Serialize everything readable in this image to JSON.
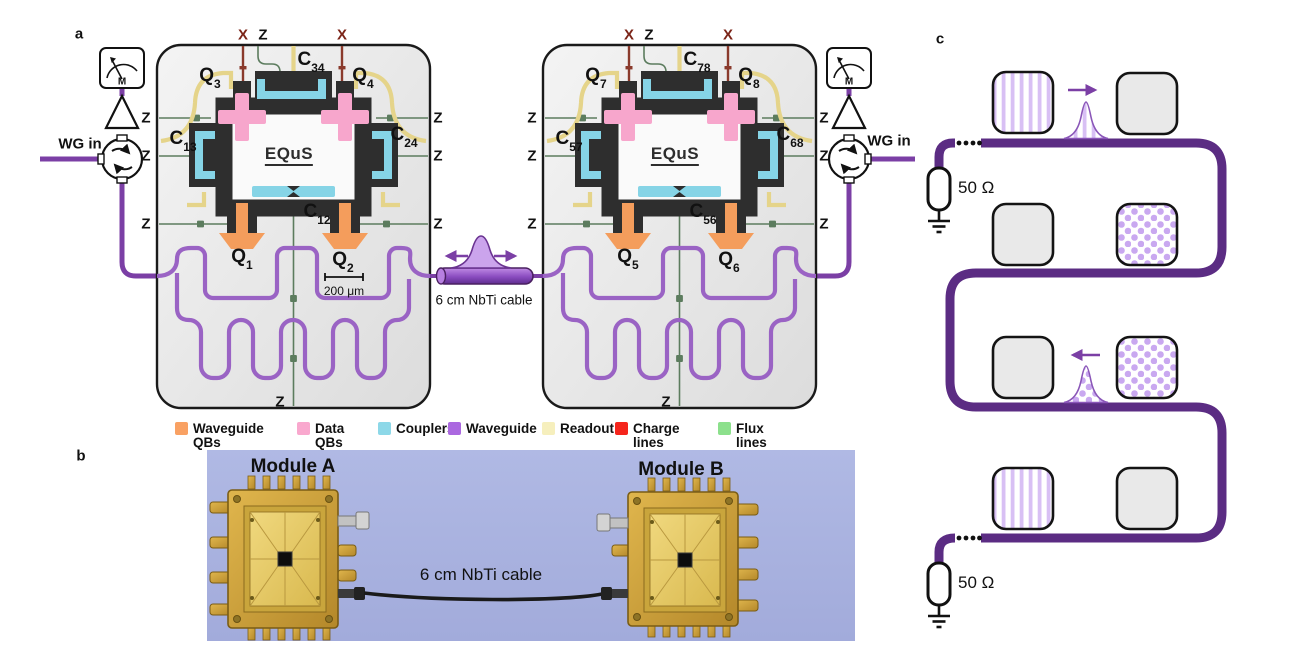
{
  "panel_labels": {
    "a": "a",
    "b": "b",
    "c": "c"
  },
  "panel_a": {
    "wg_in": "WG in",
    "meter": "M",
    "cable_label": "6 cm NbTi cable",
    "chip_a": {
      "top_ports": [
        "X",
        "Z",
        "X"
      ],
      "left_ports": [
        "Z",
        "Z",
        "Z"
      ],
      "right_ports": [
        "Z",
        "Z",
        "Z"
      ],
      "bottom_port": "Z",
      "qubits": {
        "q3": [
          "Q",
          "3"
        ],
        "q4": [
          "Q",
          "4"
        ],
        "q1": [
          "Q",
          "1"
        ],
        "q2": [
          "Q",
          "2"
        ]
      },
      "couplers": {
        "c34": [
          "C",
          "34"
        ],
        "c13": [
          "C",
          "13"
        ],
        "c24": [
          "C",
          "24"
        ],
        "c12": [
          "C",
          "12"
        ]
      },
      "logo": "EQuS",
      "scale_bar": "200 μm"
    },
    "chip_b": {
      "top_ports": [
        "X",
        "Z",
        "X"
      ],
      "left_ports": [
        "Z",
        "Z",
        "Z"
      ],
      "right_ports": [
        "Z",
        "Z",
        "Z"
      ],
      "bottom_port": "Z",
      "qubits": {
        "q7": [
          "Q",
          "7"
        ],
        "q8": [
          "Q",
          "8"
        ],
        "q5": [
          "Q",
          "5"
        ],
        "q6": [
          "Q",
          "6"
        ]
      },
      "couplers": {
        "c78": [
          "C",
          "78"
        ],
        "c57": [
          "C",
          "57"
        ],
        "c68": [
          "C",
          "68"
        ],
        "c56": [
          "C",
          "56"
        ]
      },
      "logo": "EQuS"
    },
    "legend": [
      {
        "label": "Waveguide QBs",
        "color": "#f9a163"
      },
      {
        "label": "Data QBs",
        "color": "#f9a8ce"
      },
      {
        "label": "Couplers",
        "color": "#8dd8e8"
      },
      {
        "label": "Waveguide",
        "color": "#ab68e0"
      },
      {
        "label": "Readout",
        "color": "#f6efbd"
      },
      {
        "label": "Charge lines",
        "color": "#f5251c"
      },
      {
        "label": "Flux lines",
        "color": "#8ce08c"
      }
    ]
  },
  "panel_b": {
    "module_a": "Module A",
    "module_b": "Module B",
    "cable_label": "6 cm NbTi cable"
  },
  "panel_c": {
    "term_top": "50 Ω",
    "term_bottom": "50 Ω"
  },
  "colors": {
    "waveguide_line": "#7b3fa5",
    "serpentine": "#5b2c83",
    "pulse_fill": "#cba4ec",
    "photo_bg": "#a9b2dd"
  }
}
